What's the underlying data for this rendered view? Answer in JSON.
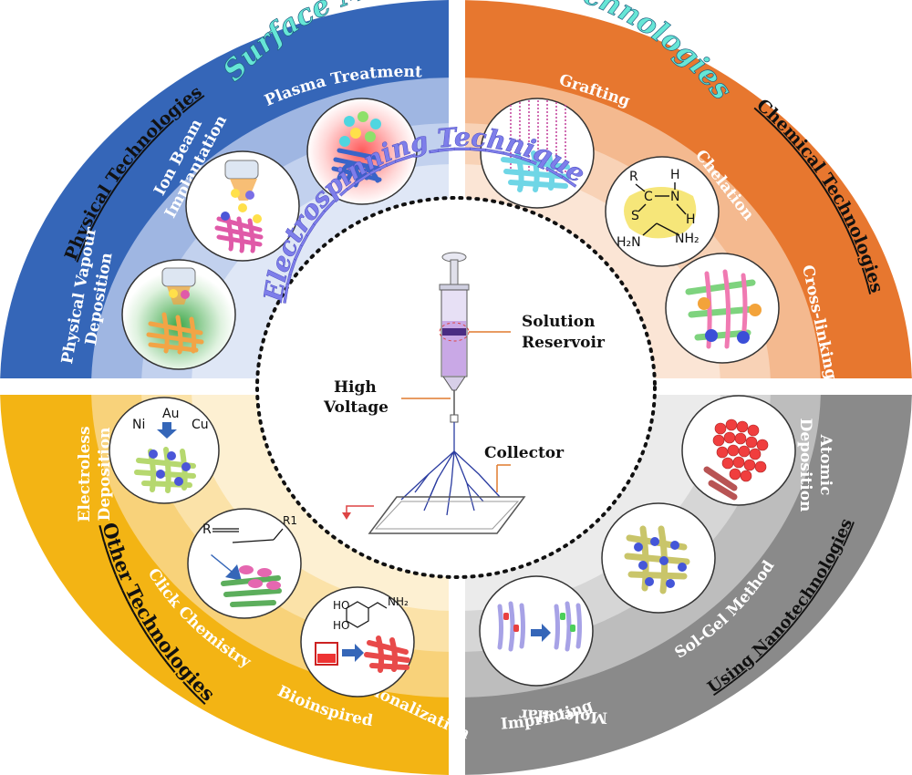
{
  "banner": {
    "title": "Surface Modification Technologies"
  },
  "center": {
    "title": "Electrospinning Technique",
    "labels": {
      "solution_reservoir_1": "Solution",
      "solution_reservoir_2": "Reservoir",
      "high_voltage_1": "High",
      "high_voltage_2": "Voltage",
      "collector": "Collector"
    }
  },
  "quadrants": {
    "physical": {
      "title": "Physical Technologies",
      "color": "#3566b8",
      "items": {
        "plasma": "Plasma Treatment",
        "ion_beam_1": "Ion Beam",
        "ion_beam_2": "Implantation",
        "pvd_1": "Physical Vapour",
        "pvd_2": "Deposition"
      }
    },
    "chemical": {
      "title": "Chemical Technologies",
      "color": "#e7772f",
      "items": {
        "grafting": "Grafting",
        "chelation": "Chelation",
        "crosslinking": "Cross-linking"
      }
    },
    "other": {
      "title": "Other Technologies",
      "color": "#f3b414",
      "items": {
        "electroless_1": "Electroless",
        "electroless_2": "Deposition",
        "click": "Click Chemistry",
        "bio_1": "Bioinspired",
        "bio_2": "Functionalization"
      }
    },
    "nano": {
      "title": "Using Nanotechnologies",
      "color": "#8a8a8a",
      "items": {
        "atomic_1": "Atomic",
        "atomic_2": "Deposition",
        "solgel": "Sol-Gel Method",
        "mip_1": "Molecular",
        "mip_2": "Imprinting"
      }
    }
  },
  "chem_labels": {
    "ni": "Ni",
    "au": "Au",
    "cu": "Cu",
    "r": "R",
    "r1": "R1",
    "chel_r": "R",
    "chel_c": "C",
    "chel_n": "N",
    "chel_h1": "H",
    "chel_h2": "H",
    "chel_s": "S",
    "chel_h2n": "H₂N",
    "chel_nh2": "NH₂",
    "ho1": "HO",
    "ho2": "HO",
    "nh2": "NH₂"
  }
}
